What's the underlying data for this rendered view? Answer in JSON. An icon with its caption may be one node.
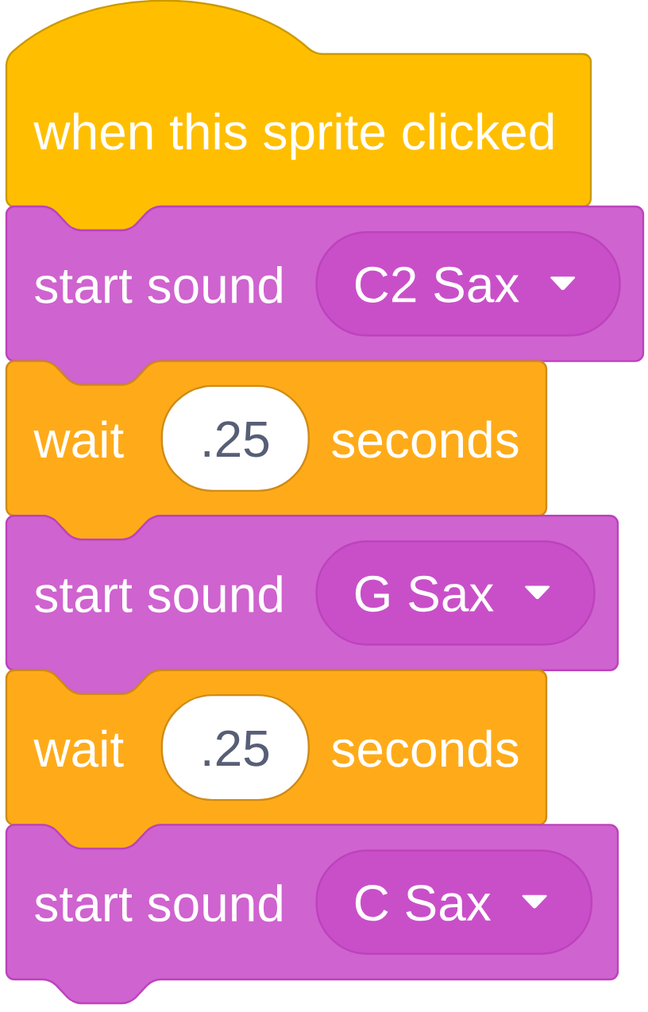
{
  "diagram": {
    "nodes": [
      {
        "text": [
          "when this sprite clicked"
        ]
      },
      {
        "text": [
          "start sound"
        ]
      },
      {
        "text": [
          "C2 Sax"
        ],
        "in": 1
      },
      {
        "text": [
          "wait",
          "seconds"
        ]
      },
      {
        "text": [
          ".25"
        ],
        "in": 3
      },
      {
        "text": [
          "start sound"
        ]
      },
      {
        "text": [
          "G Sax"
        ],
        "in": 5
      },
      {
        "text": [
          "wait",
          "seconds"
        ]
      },
      {
        "text": [
          ".25"
        ],
        "in": 7
      },
      {
        "text": [
          "start sound"
        ]
      },
      {
        "text": [
          "C Sax"
        ],
        "in": 9
      }
    ]
  }
}
